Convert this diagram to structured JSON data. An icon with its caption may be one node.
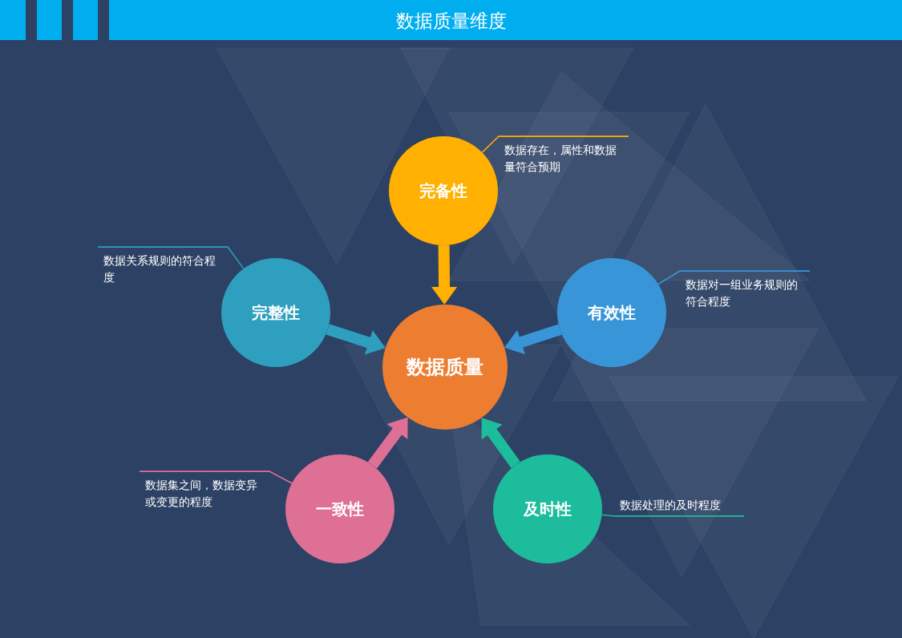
{
  "diagram": {
    "title": "数据质量维度",
    "nodes": [
      {
        "text": [
          "数据质量"
        ]
      },
      {
        "text": [
          "完备性"
        ]
      },
      {
        "text": [
          "数据存在，属性和数据量符合预期"
        ]
      },
      {
        "text": [
          "完整性"
        ]
      },
      {
        "text": [
          "数据关系规则的符合程度"
        ]
      },
      {
        "text": [
          "有效性"
        ]
      },
      {
        "text": [
          "数据对一组业务规则的符合程度"
        ]
      },
      {
        "text": [
          "一致性"
        ]
      },
      {
        "text": [
          "数据集之间，数据变异或变更的程度"
        ]
      },
      {
        "text": [
          "及时性"
        ]
      },
      {
        "text": [
          "数据处理的及时程度"
        ]
      }
    ],
    "edges": [
      {
        "from": 1,
        "to": 0,
        "arrow": "to",
        "style": "thick",
        "color": "#ffb000"
      },
      {
        "from": 3,
        "to": 0,
        "arrow": "to",
        "style": "thick",
        "color": "#2e9fbe"
      },
      {
        "from": 5,
        "to": 0,
        "arrow": "to",
        "style": "thick",
        "color": "#3896d8"
      },
      {
        "from": 7,
        "to": 0,
        "arrow": "to",
        "style": "thick",
        "color": "#de7096"
      },
      {
        "from": 9,
        "to": 0,
        "arrow": "to",
        "style": "thick",
        "color": "#1dbc9c"
      },
      {
        "from": 2,
        "to": 1,
        "arrow": "none",
        "color": "#ffb000"
      },
      {
        "from": 4,
        "to": 3,
        "arrow": "none",
        "color": "#2e9fbe"
      },
      {
        "from": 6,
        "to": 5,
        "arrow": "none",
        "color": "#3896d8"
      },
      {
        "from": 8,
        "to": 7,
        "arrow": "none",
        "color": "#de7096"
      },
      {
        "from": 10,
        "to": 9,
        "arrow": "none",
        "color": "#1dbc9c"
      }
    ]
  }
}
